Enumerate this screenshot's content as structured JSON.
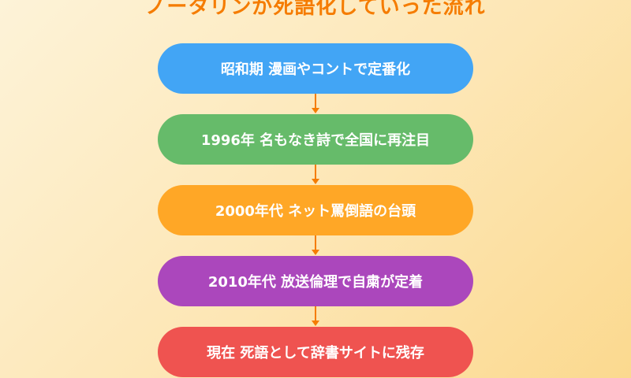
{
  "diagram": {
    "title": "ノータリンが死語化していった流れ",
    "colors": {
      "title": "#f57c00",
      "arrow": "#f57c00"
    },
    "steps": [
      {
        "label": "昭和期  漫画やコントで定番化",
        "color": "#42a5f5"
      },
      {
        "label": "1996年  名もなき詩で全国に再注目",
        "color": "#66bb6a"
      },
      {
        "label": "2000年代  ネット罵倒語の台頭",
        "color": "#ffa726"
      },
      {
        "label": "2010年代  放送倫理で自粛が定着",
        "color": "#ab47bc"
      },
      {
        "label": "現在  死語として辞書サイトに残存",
        "color": "#ef5350"
      }
    ]
  }
}
